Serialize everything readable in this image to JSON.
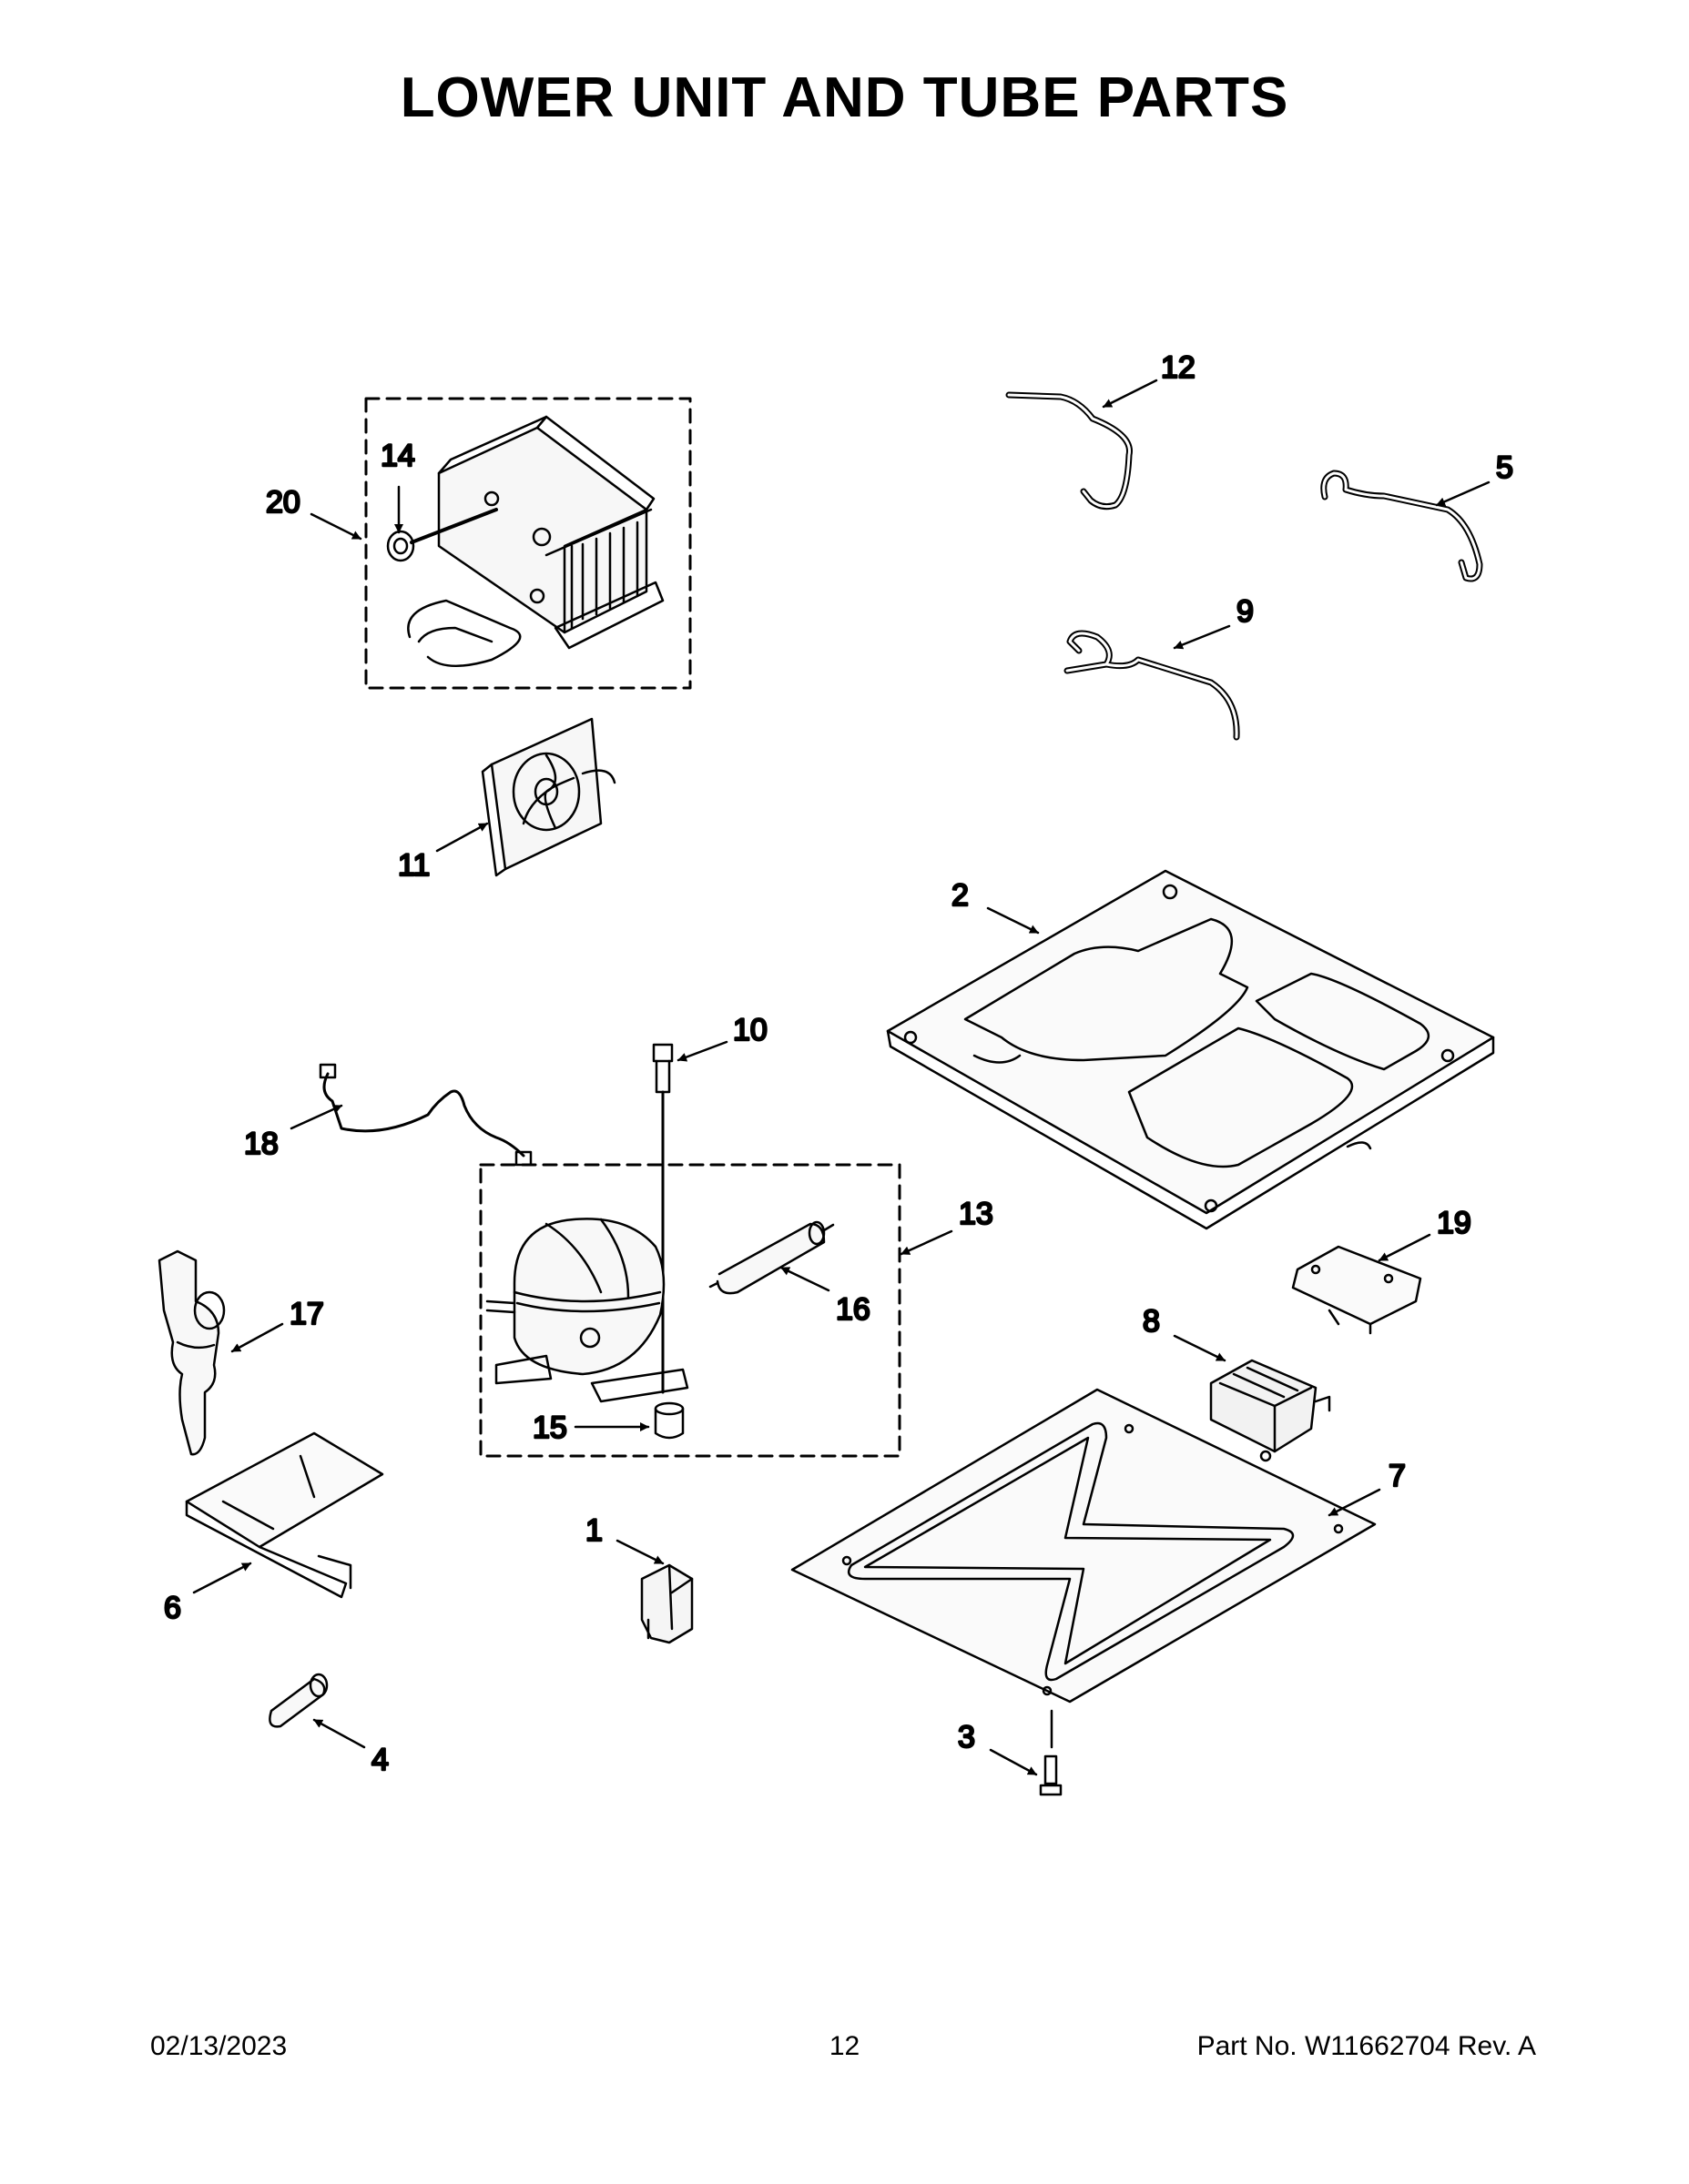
{
  "title": "LOWER UNIT AND TUBE PARTS",
  "callouts": [
    "1",
    "2",
    "3",
    "4",
    "5",
    "6",
    "7",
    "8",
    "9",
    "10",
    "11",
    "12",
    "13",
    "14",
    "15",
    "16",
    "17",
    "18",
    "19",
    "20"
  ],
  "footer": {
    "date": "02/13/2023",
    "page": "12",
    "part_number": "Part No.  W11662704  Rev.  A"
  }
}
